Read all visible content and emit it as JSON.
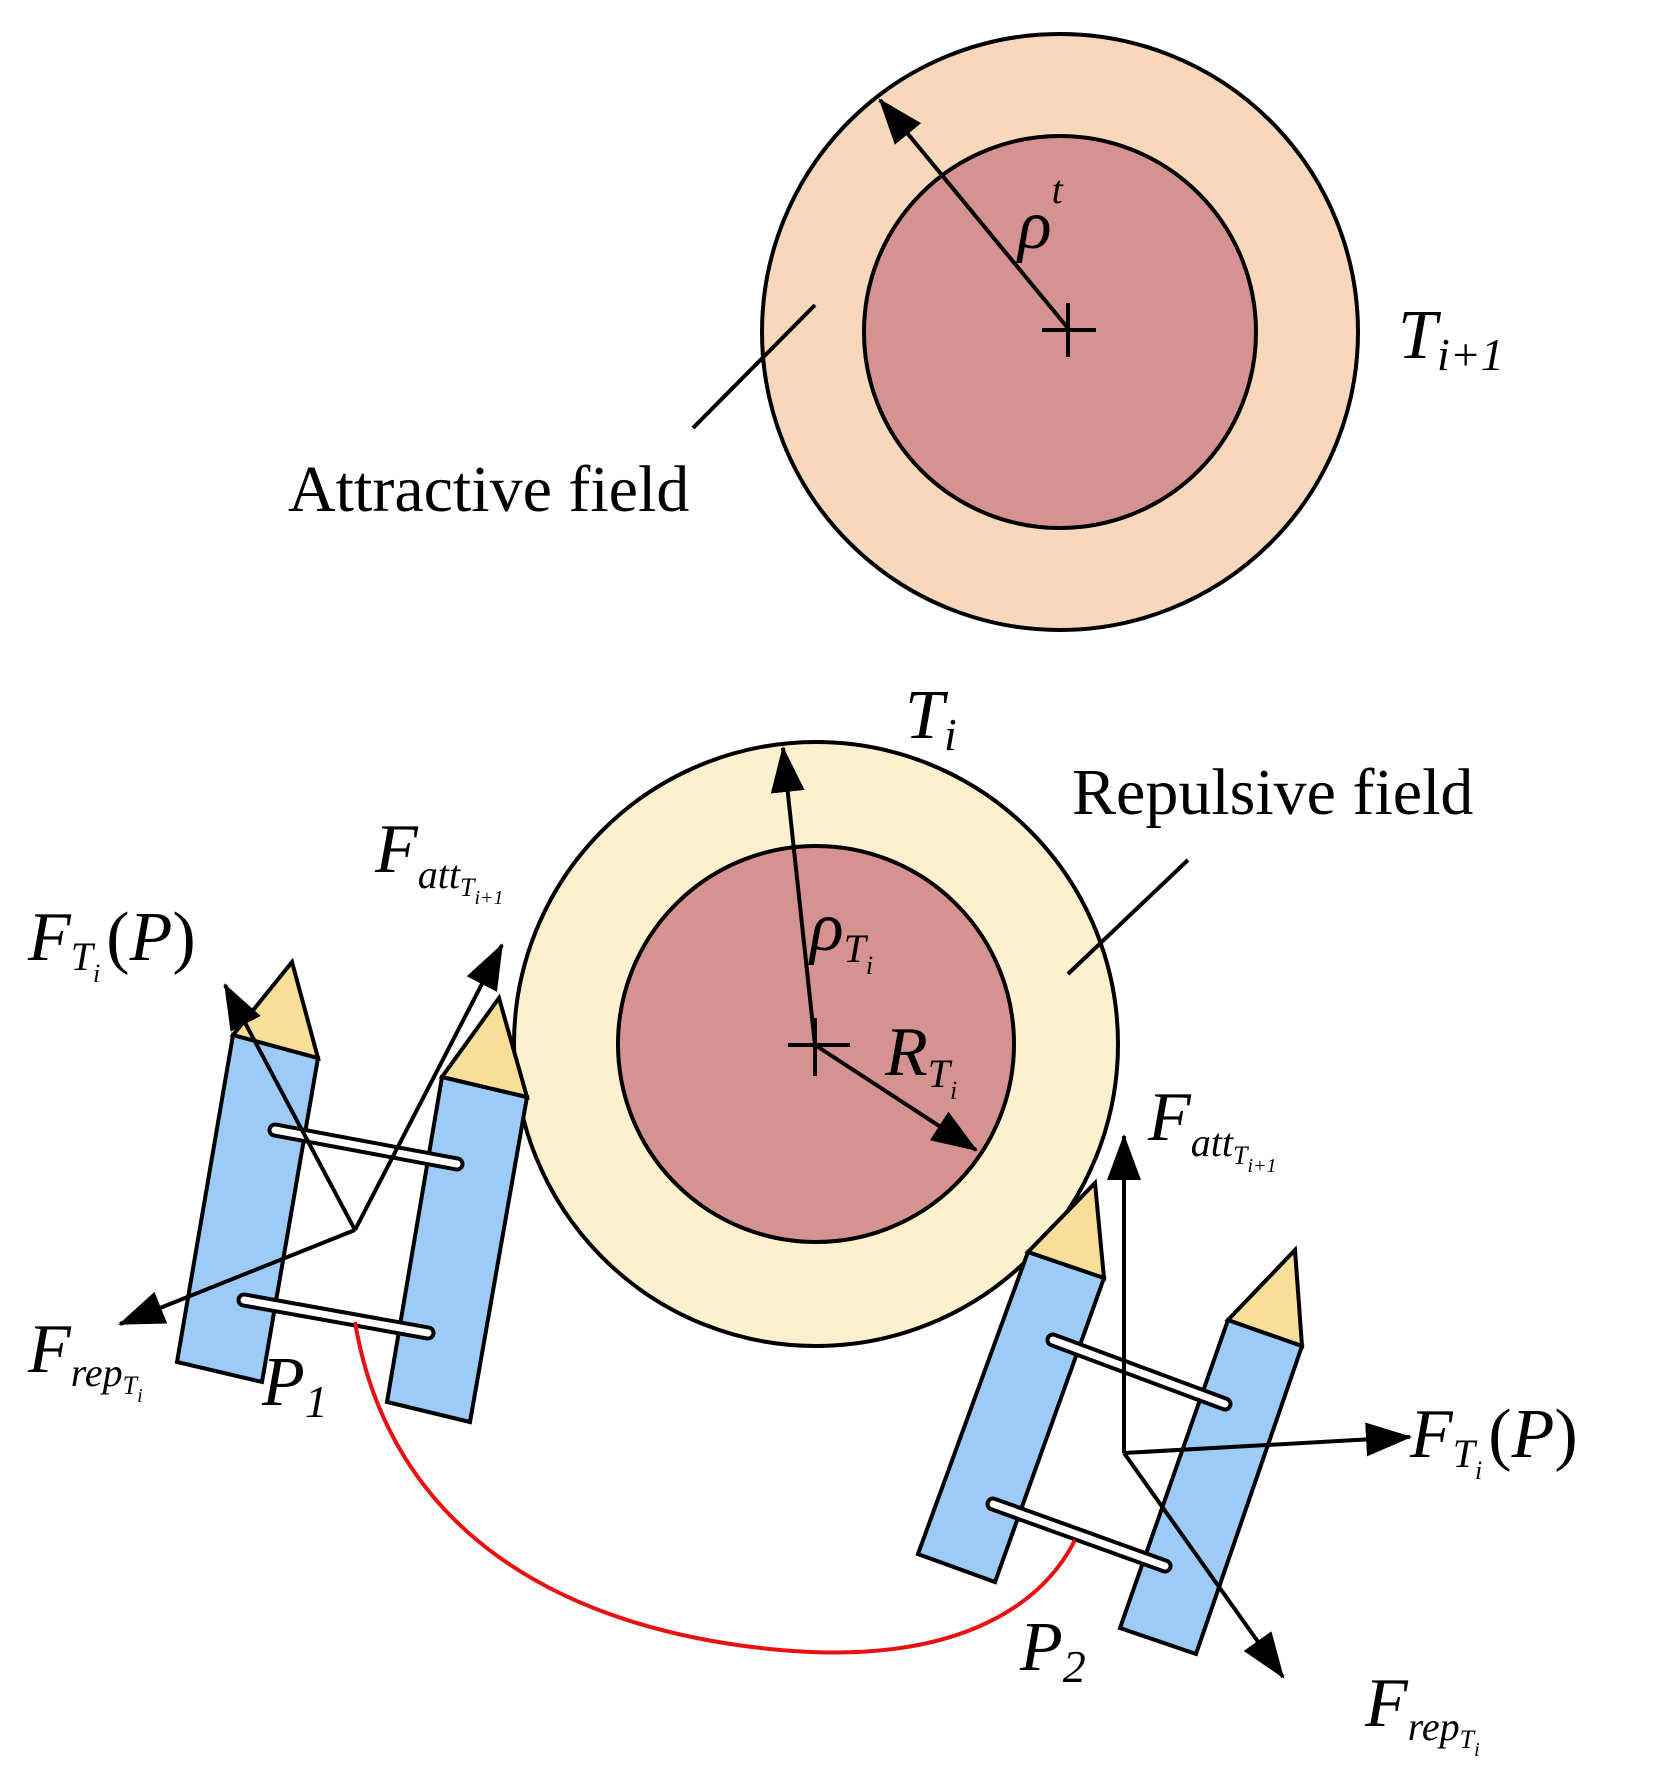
{
  "colors": {
    "attractive_outer": "#F8D8BC",
    "repulsive_outer": "#FDF0CE",
    "obstacle_core": "#D49391",
    "vehicle_body": "#9DCBF8",
    "vehicle_tip": "#F8DE98",
    "path": "#E81010",
    "stroke": "#000000"
  },
  "labels": {
    "attractive_field": "Attractive field",
    "repulsive_field": "Repulsive field",
    "F": "F",
    "T": "T",
    "P": "P",
    "R": "R",
    "rho": "ρ",
    "t_sup": "t",
    "i_plus_1_upright": "i+1",
    "i_plus_1_italic": "i+1",
    "i_sub": "i",
    "att_sub": "att",
    "rep_sub": "rep",
    "p_open": "(",
    "p_close": ")",
    "sub_1": "1",
    "sub_2": "2"
  }
}
